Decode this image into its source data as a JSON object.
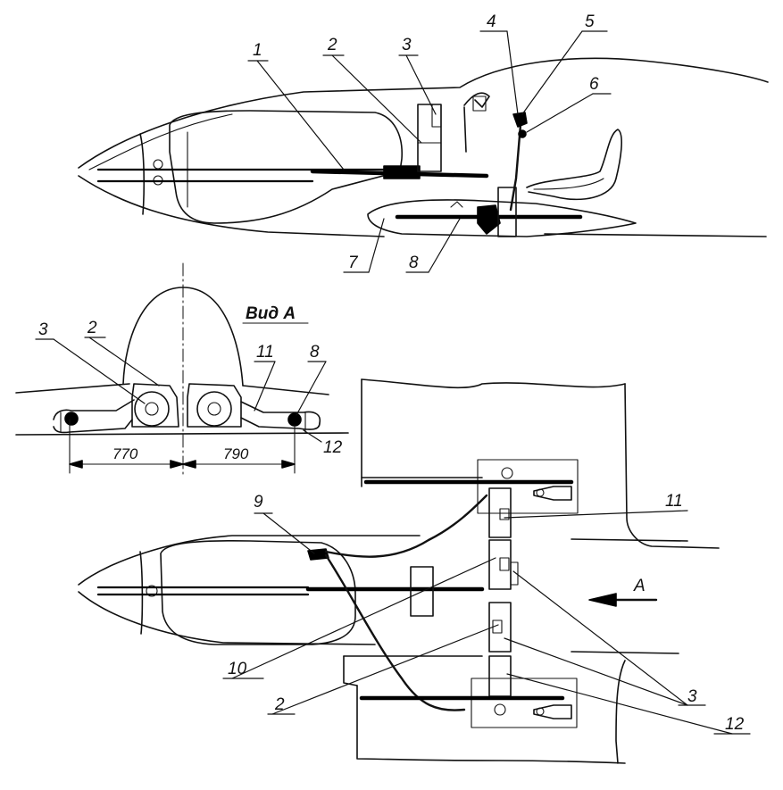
{
  "callouts": {
    "c1": "1",
    "c2_top": "2",
    "c3_top": "3",
    "c4": "4",
    "c5": "5",
    "c6": "6",
    "c7": "7",
    "c8_top": "8",
    "c3_view": "3",
    "c2_view": "2",
    "c11_view": "11",
    "c8_view": "8",
    "c12_view": "12",
    "c9": "9",
    "c11_plan": "11",
    "c10": "10",
    "c2_plan": "2",
    "c3_plan": "3",
    "c12_plan": "12"
  },
  "view_a": {
    "title": "Вид А",
    "dim_left": "770",
    "dim_right": "790"
  },
  "arrow_label": "А"
}
